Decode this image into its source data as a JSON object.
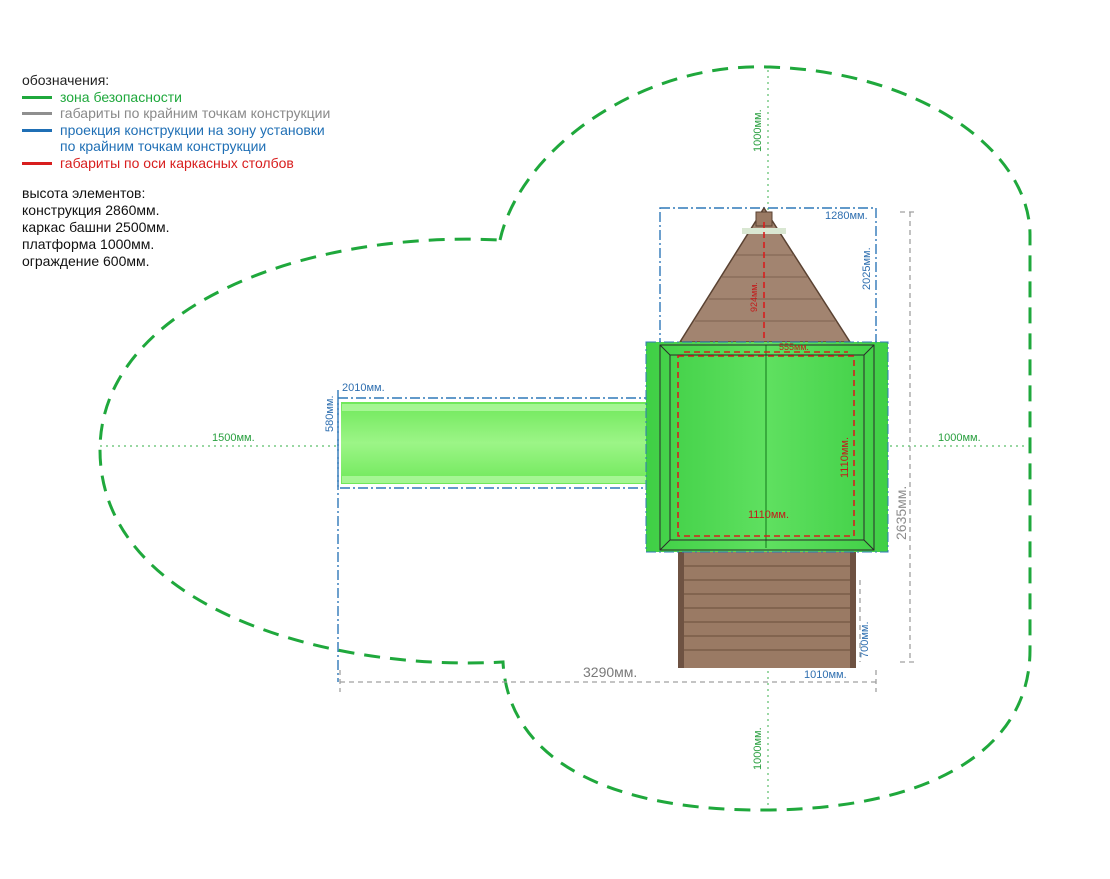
{
  "legend": {
    "title": "обозначения:",
    "items": [
      {
        "label": "зона безопасности",
        "color": "#1fa83c",
        "text_color": "#1fa83c"
      },
      {
        "label": "габариты по крайним точкам конструкции",
        "color": "#8f8f8f",
        "text_color": "#8a8a8a"
      },
      {
        "label": "проекция конструкции на зону установки",
        "label2": "по крайним точкам конструкции",
        "color": "#1f6fb5",
        "text_color": "#1f6fb5"
      },
      {
        "label": "габариты по оси каркасных столбов",
        "color": "#d81e1e",
        "text_color": "#d81e1e"
      }
    ]
  },
  "heights": {
    "title": "высота элементов:",
    "items": [
      "конструкция 2860мм.",
      "каркас башни 2500мм.",
      "платформа 1000мм.",
      "ограждение 600мм."
    ]
  },
  "dimensions": {
    "safety_top": "1000мм.",
    "safety_bottom": "1000мм.",
    "safety_right": "1000мм.",
    "safety_left": "1500мм.",
    "proj_width": "1280мм.",
    "proj_height_top": "2025мм.",
    "overall_height": "2635мм.",
    "overall_width": "3290мм.",
    "stair_width": "1010мм.",
    "stair_length": "700мм.",
    "slide_length": "2010мм.",
    "slide_width": "580мм.",
    "axis_width": "1110мм.",
    "axis_height": "1110мм.",
    "roof_width": "555мм.",
    "roof_height": "924мм."
  },
  "colors": {
    "safety": "#1fa83c",
    "gabarit": "#9a9a9a",
    "projection": "#2f78b8",
    "axis": "#d81e1e",
    "platform": "#4cd64c",
    "slide": "#7ff06a",
    "wood": "#9a7a64"
  }
}
